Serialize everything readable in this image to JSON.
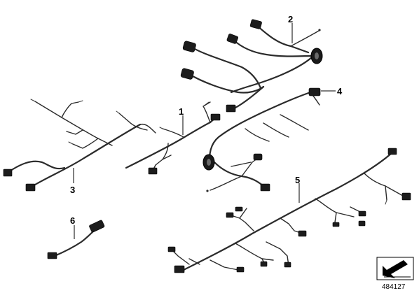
{
  "callouts": {
    "c1": "1",
    "c2": "2",
    "c3": "3",
    "c4": "4",
    "c5": "5",
    "c6": "6"
  },
  "document_number": "484127",
  "icons": {
    "corner": "direction-arrow-icon"
  }
}
